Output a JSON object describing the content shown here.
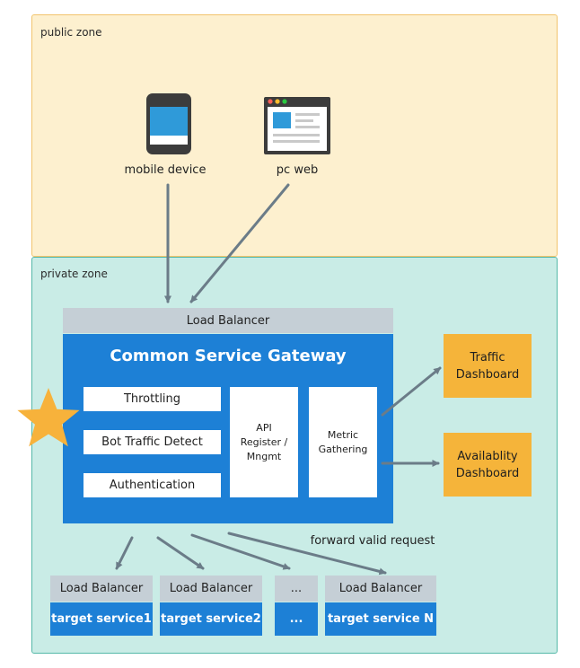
{
  "zones": {
    "public_label": "public zone",
    "private_label": "private zone"
  },
  "clients": {
    "mobile_label": "mobile device",
    "pc_label": "pc web"
  },
  "gateway": {
    "load_balancer_label": "Load Balancer",
    "title": "Common Service Gateway",
    "features": {
      "throttling": "Throttling",
      "bot_detect": "Bot Traffic Detect",
      "authentication": "Authentication",
      "api_register": "API Register / Mngmt",
      "metric_gathering": "Metric Gathering"
    }
  },
  "dashboards": {
    "traffic": "Traffic Dashboard",
    "availability": "Availablity Dashboard"
  },
  "forward_label": "forward  valid request",
  "targets": [
    {
      "lb": "Load Balancer",
      "service": "target service1"
    },
    {
      "lb": "Load Balancer",
      "service": "target service2"
    },
    {
      "lb": "...",
      "service": "..."
    },
    {
      "lb": "Load Balancer",
      "service": "target service N"
    }
  ],
  "colors": {
    "public_zone_bg": "#fdf0cf",
    "private_zone_bg": "#c9ece6",
    "gateway_blue": "#1d80d6",
    "load_balancer_gray": "#c5cfd6",
    "dashboard_orange": "#f5b43a",
    "star_orange": "#f7b23b",
    "arrow_gray": "#6b7c88"
  },
  "icons": [
    "mobile-device-icon",
    "browser-window-icon",
    "star-icon"
  ]
}
